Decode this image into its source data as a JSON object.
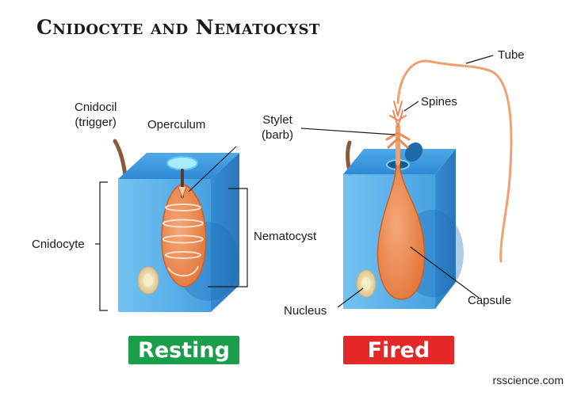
{
  "title": "Cnidocyte and Nematocyst",
  "labels": {
    "cnidocil": "Cnidocil",
    "cnidocil_sub": "(trigger)",
    "operculum": "Operculum",
    "stylet": "Stylet",
    "stylet_sub": "(barb)",
    "spines": "Spines",
    "tube": "Tube",
    "cnidocyte": "Cnidocyte",
    "nematocyst": "Nematocyst",
    "nucleus": "Nucleus",
    "capsule": "Capsule"
  },
  "states": {
    "resting": "Resting",
    "fired": "Fired"
  },
  "colors": {
    "resting": "#1a9e4b",
    "fired": "#e42727",
    "cell_blue": "#4aa3e0",
    "capsule_orange": "#f0925a"
  },
  "credit": "rsscience.com"
}
